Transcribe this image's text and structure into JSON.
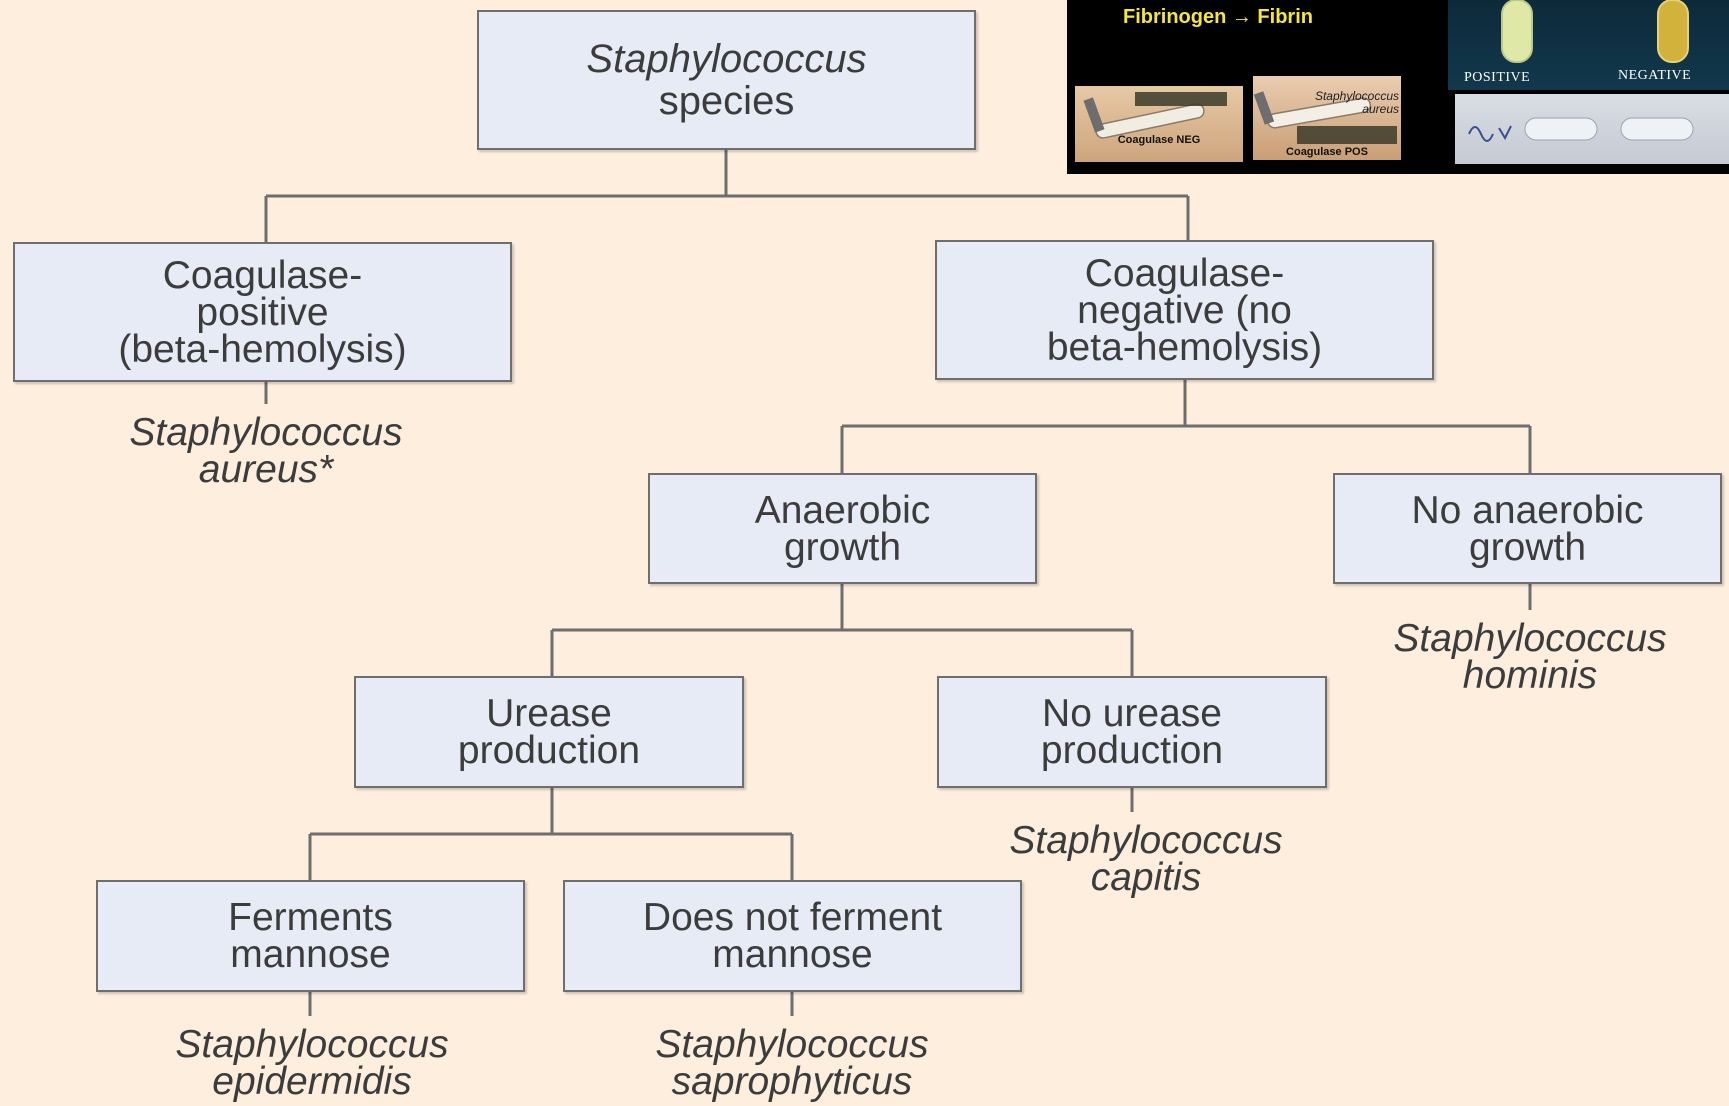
{
  "diagram": {
    "root": {
      "line1": "Staphylococcus",
      "line2": "species"
    },
    "coag_pos": {
      "line1": "Coagulase-",
      "line2": "positive",
      "line3": "(beta-hemolysis)"
    },
    "coag_neg": {
      "line1": "Coagulase-",
      "line2": "negative (no",
      "line3": "beta-hemolysis)"
    },
    "anaerobic": {
      "line1": "Anaerobic",
      "line2": "growth"
    },
    "no_anaerobic": {
      "line1": "No anaerobic",
      "line2": "growth"
    },
    "urease": {
      "line1": "Urease",
      "line2": "production"
    },
    "no_urease": {
      "line1": "No urease",
      "line2": "production"
    },
    "ferments": {
      "line1": "Ferments",
      "line2": "mannose"
    },
    "no_ferment": {
      "line1": "Does not ferment",
      "line2": "mannose"
    },
    "leaf_aureus": {
      "line1": "Staphylococcus",
      "line2": "aureus*"
    },
    "leaf_hominis": {
      "line1": "Staphylococcus",
      "line2": "hominis"
    },
    "leaf_capitis": {
      "line1": "Staphylococcus",
      "line2": "capitis"
    },
    "leaf_epidermidis": {
      "line1": "Staphylococcus",
      "line2": "epidermidis"
    },
    "leaf_saprophyticus": {
      "line1": "Staphylococcus",
      "line2": "saprophyticus"
    }
  },
  "inset": {
    "title": "Fibrinogen → Fibrin",
    "coag_neg_caption": "Coagulase NEG",
    "coag_pos_caption": "Coagulase POS",
    "coag_pos_label_1": "Staphylococcus",
    "coag_pos_label_2": "aureus",
    "tube_positive": "POSITIVE",
    "tube_negative": "NEGATIVE"
  },
  "colors": {
    "background": "#fdeedd",
    "box_fill": "#e6ebf6",
    "box_border": "#6e6e6e",
    "inset_title": "#f3e73d"
  }
}
